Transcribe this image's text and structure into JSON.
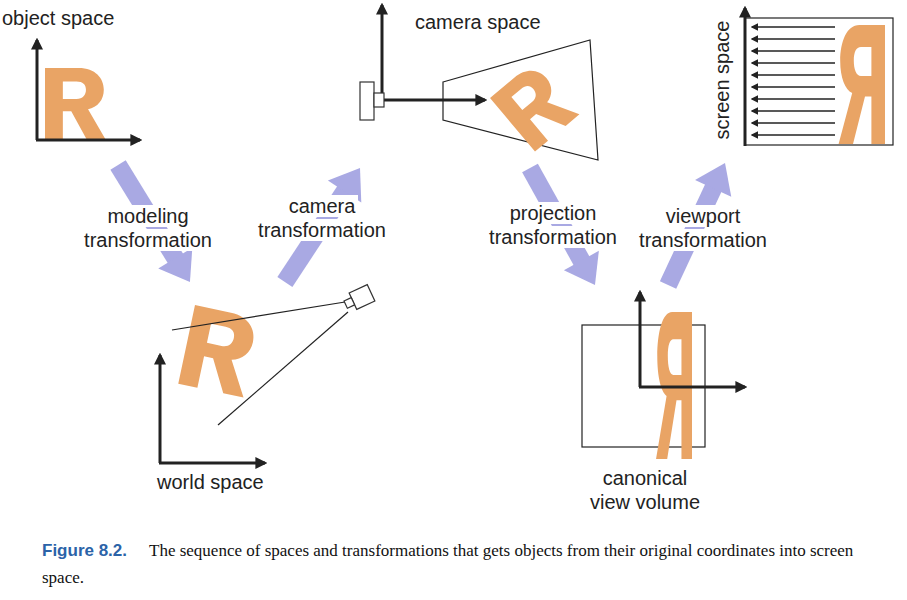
{
  "diagram": {
    "caption": "The sequence of spaces and transformations that gets objects from their original coordinates into screen space.",
    "nodes": [
      {
        "text": [
          "object space"
        ]
      },
      {
        "text": [
          "camera space"
        ]
      },
      {
        "text": [
          "screen space"
        ]
      },
      {
        "text": [
          "world space"
        ]
      },
      {
        "text": [
          "canonical view volume"
        ]
      }
    ],
    "edges": [
      {
        "from": 0,
        "to": 3,
        "label": "modeling transformation",
        "arrow": "to"
      },
      {
        "from": 3,
        "to": 1,
        "label": "camera transformation",
        "arrow": "to"
      },
      {
        "from": 1,
        "to": 4,
        "label": "projection transformation",
        "arrow": "to"
      },
      {
        "from": 4,
        "to": 2,
        "label": "viewport transformation",
        "arrow": "to"
      }
    ],
    "labels": [
      "Figure 8.2."
    ]
  }
}
